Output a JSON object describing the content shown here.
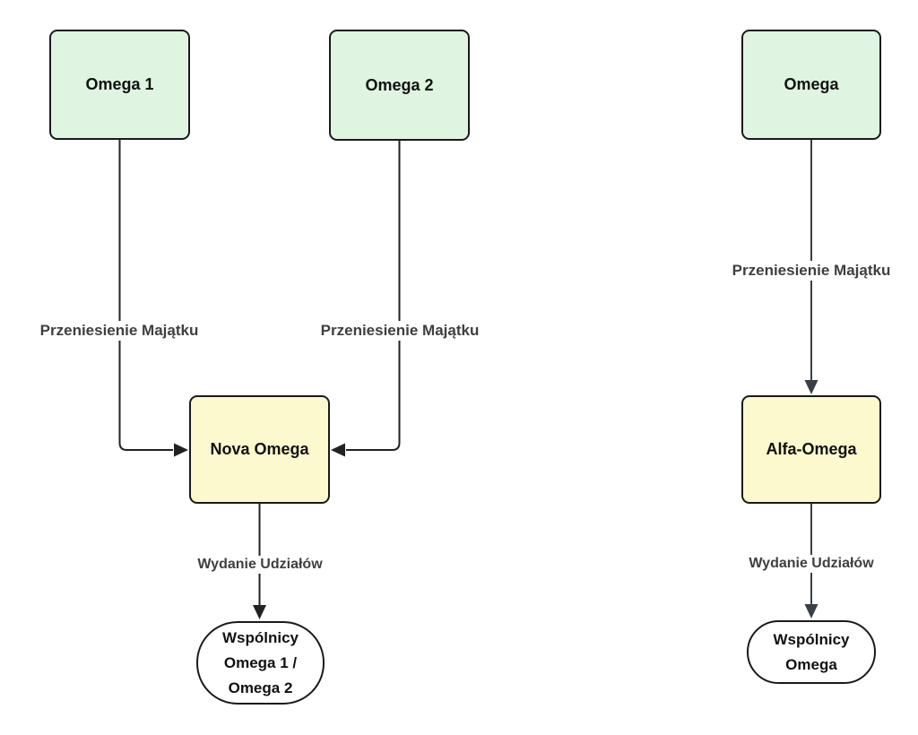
{
  "diagram": {
    "type": "flowchart",
    "colors": {
      "background": "#ffffff",
      "source_node_fill": "#dff5e1",
      "target_node_fill": "#fbf9cd",
      "node_border": "#1a1a1a",
      "left_edge_stroke": "#222222",
      "right_edge_stroke": "#3a3f47",
      "edge_label_text": "#3f3f3f",
      "node_text": "#111111",
      "stadium_fill": "#ffffff"
    },
    "nodes": {
      "omega1": "Omega 1",
      "omega2": "Omega 2",
      "nova_omega": "Nova Omega",
      "wspolnicy_left_line1": "Wspólnicy",
      "wspolnicy_left_line2": "Omega 1 /",
      "wspolnicy_left_line3": "Omega 2",
      "omega": "Omega",
      "alfa_omega": "Alfa-Omega",
      "wspolnicy_right_line1": "Wspólnicy",
      "wspolnicy_right_line2": "Omega"
    },
    "edge_labels": {
      "omega1_to_nova": "Przeniesienie Majątku",
      "omega2_to_nova": "Przeniesienie Majątku",
      "nova_to_wspolnicy": "Wydanie Udziałów",
      "omega_to_alfa": "Przeniesienie Majątku",
      "alfa_to_wspolnicy": "Wydanie Udziałów"
    }
  }
}
